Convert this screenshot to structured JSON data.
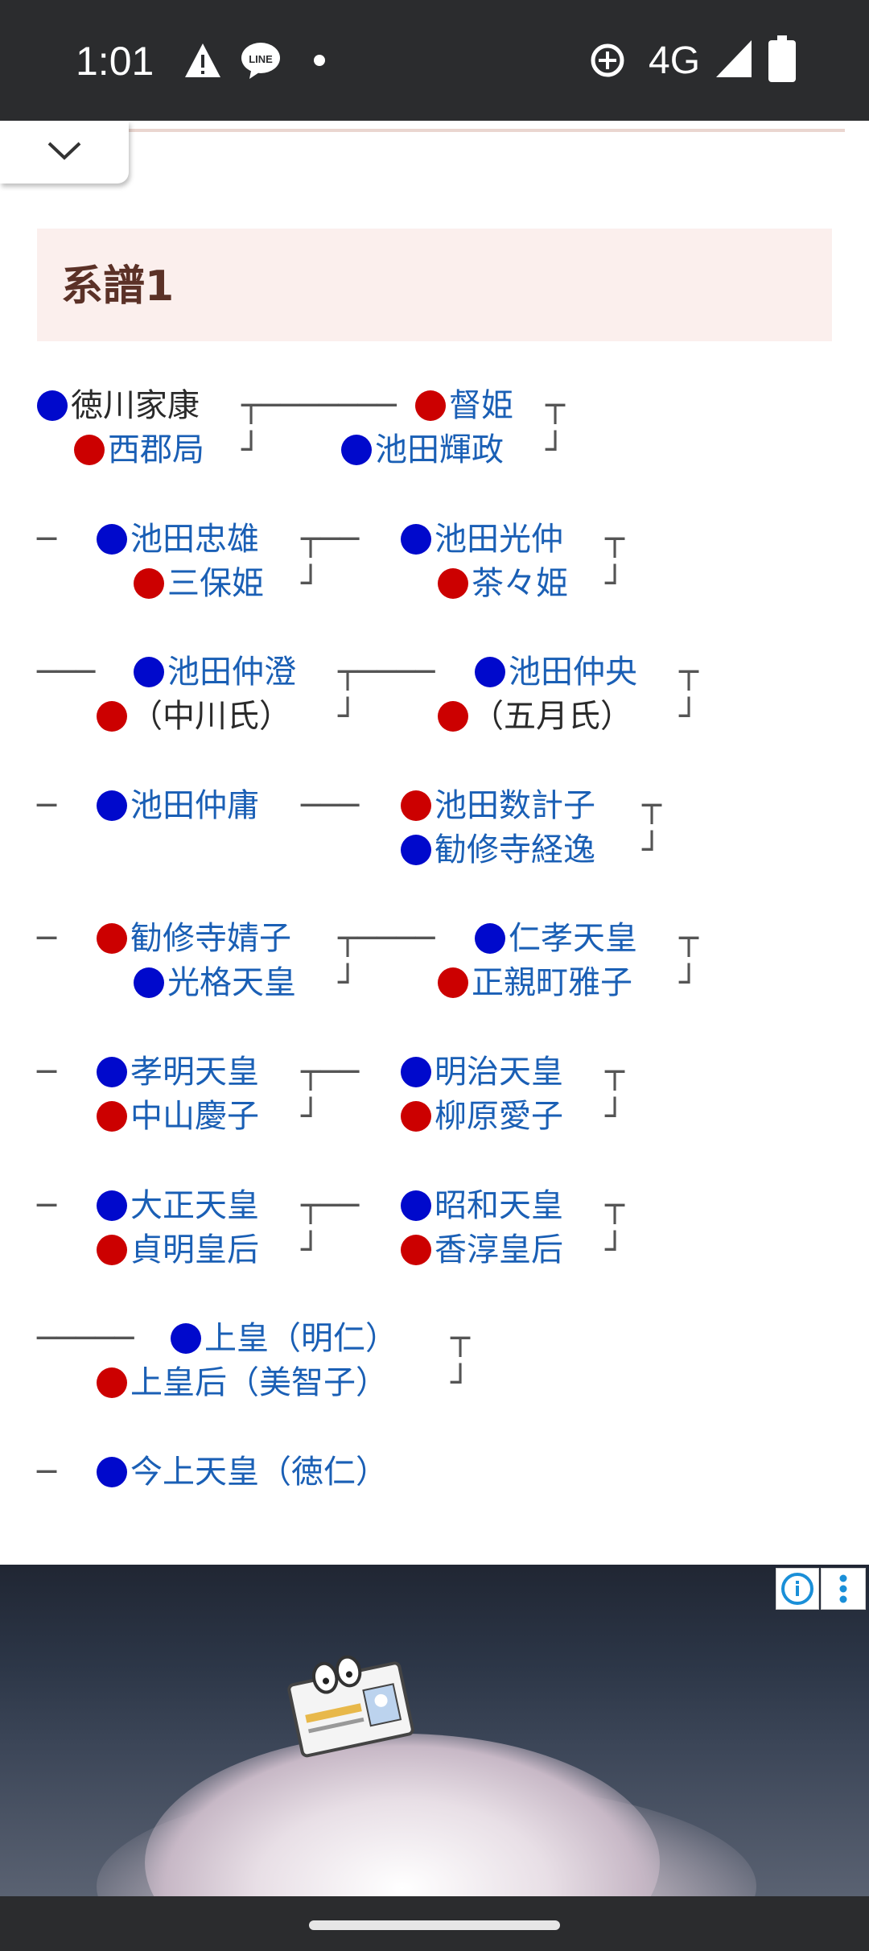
{
  "status_bar": {
    "time": "1:01",
    "network": "4G",
    "icons": [
      "warning-icon",
      "line-app-icon",
      "notification-dot",
      "data-saver-icon",
      "signal-icon",
      "battery-icon"
    ]
  },
  "heading": {
    "title": "系譜1"
  },
  "colors": {
    "male_marker": "#0009cc",
    "female_marker": "#cc0000",
    "link": "#1a5fb5",
    "heading_bg": "#fbefed",
    "heading_text": "#5b3127"
  },
  "tree": {
    "rows": [
      {
        "entries": [
          {
            "name": "徳川家康",
            "sex": "male",
            "link": false
          },
          {
            "name": "西郡局",
            "sex": "female",
            "link": true
          },
          {
            "name": "督姫",
            "sex": "female",
            "link": true
          },
          {
            "name": "池田輝政",
            "sex": "male",
            "link": true
          }
        ]
      },
      {
        "entries": [
          {
            "name": "池田忠雄",
            "sex": "male",
            "link": true
          },
          {
            "name": "三保姫",
            "sex": "female",
            "link": true
          },
          {
            "name": "池田光仲",
            "sex": "male",
            "link": true
          },
          {
            "name": "茶々姫",
            "sex": "female",
            "link": true
          }
        ]
      },
      {
        "entries": [
          {
            "name": "池田仲澄",
            "sex": "male",
            "link": true
          },
          {
            "name": "（中川氏）",
            "sex": "female",
            "link": false
          },
          {
            "name": "池田仲央",
            "sex": "male",
            "link": true
          },
          {
            "name": "（五月氏）",
            "sex": "female",
            "link": false
          }
        ]
      },
      {
        "entries": [
          {
            "name": "池田仲庸",
            "sex": "male",
            "link": true
          },
          {
            "name": "池田数計子",
            "sex": "female",
            "link": true
          },
          {
            "name": "勧修寺経逸",
            "sex": "male",
            "link": true
          }
        ]
      },
      {
        "entries": [
          {
            "name": "勧修寺婧子",
            "sex": "female",
            "link": true
          },
          {
            "name": "光格天皇",
            "sex": "male",
            "link": true
          },
          {
            "name": "仁孝天皇",
            "sex": "male",
            "link": true
          },
          {
            "name": "正親町雅子",
            "sex": "female",
            "link": true
          }
        ]
      },
      {
        "entries": [
          {
            "name": "孝明天皇",
            "sex": "male",
            "link": true
          },
          {
            "name": "中山慶子",
            "sex": "female",
            "link": true
          },
          {
            "name": "明治天皇",
            "sex": "male",
            "link": true
          },
          {
            "name": "柳原愛子",
            "sex": "female",
            "link": true
          }
        ]
      },
      {
        "entries": [
          {
            "name": "大正天皇",
            "sex": "male",
            "link": true
          },
          {
            "name": "貞明皇后",
            "sex": "female",
            "link": true
          },
          {
            "name": "昭和天皇",
            "sex": "male",
            "link": true
          },
          {
            "name": "香淳皇后",
            "sex": "female",
            "link": true
          }
        ]
      },
      {
        "entries": [
          {
            "name": "上皇（明仁）",
            "sex": "male",
            "link": true
          },
          {
            "name": "上皇后（美智子）",
            "sex": "female",
            "link": true
          }
        ]
      },
      {
        "entries": [
          {
            "name": "今上天皇（徳仁）",
            "sex": "male",
            "link": true
          }
        ]
      }
    ],
    "connectors": {
      "c0a": "┬───────",
      "c0b": "┬",
      "c0c": "┘",
      "c0d": "┘",
      "c1lead": "─",
      "c1a": "┬──",
      "c1b": "┬",
      "c1c": "┘",
      "c1d": "┘",
      "c2lead": "───",
      "c2a": "┬────",
      "c2b": "┬",
      "c2c": "┘",
      "c2d": "┘",
      "c3lead": "─",
      "c3a": "───",
      "c3b": "┬",
      "c3c": "┘",
      "c4lead": "─",
      "c4a": "┬────",
      "c4b": "┬",
      "c4c": "┘",
      "c4d": "┘",
      "c5lead": "─",
      "c5a": "┬──",
      "c5b": "┬",
      "c5c": "┘",
      "c5d": "┘",
      "c6lead": "─",
      "c6a": "┬──",
      "c6b": "┬",
      "c6c": "┘",
      "c6d": "┘",
      "c7lead": "─────",
      "c7a": "┬",
      "c7b": "┘",
      "c8lead": "─"
    }
  },
  "ad": {
    "info_icon": "info-icon",
    "menu_icon": "more-vert-icon"
  }
}
